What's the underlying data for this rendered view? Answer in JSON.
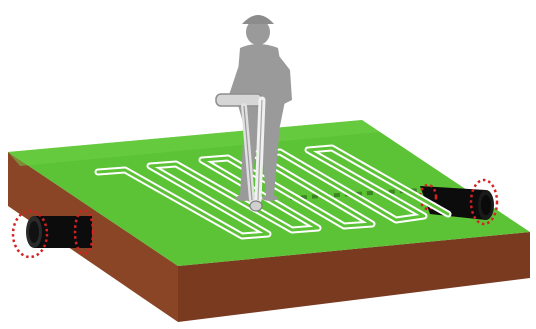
{
  "scene": {
    "colors": {
      "grass": "#5cc236",
      "soil_front": "#8a4426",
      "soil_side": "#7a3a20",
      "pipe": "#0c0c0c",
      "path_line": "#ffffff",
      "marker_ring": "#d42222",
      "person": "#9a9a9a"
    },
    "components": [
      "grass-surface",
      "soil-block",
      "buried-pipe",
      "survey-path",
      "operator-silhouette",
      "locator-instrument",
      "pipe-end-markers"
    ]
  }
}
